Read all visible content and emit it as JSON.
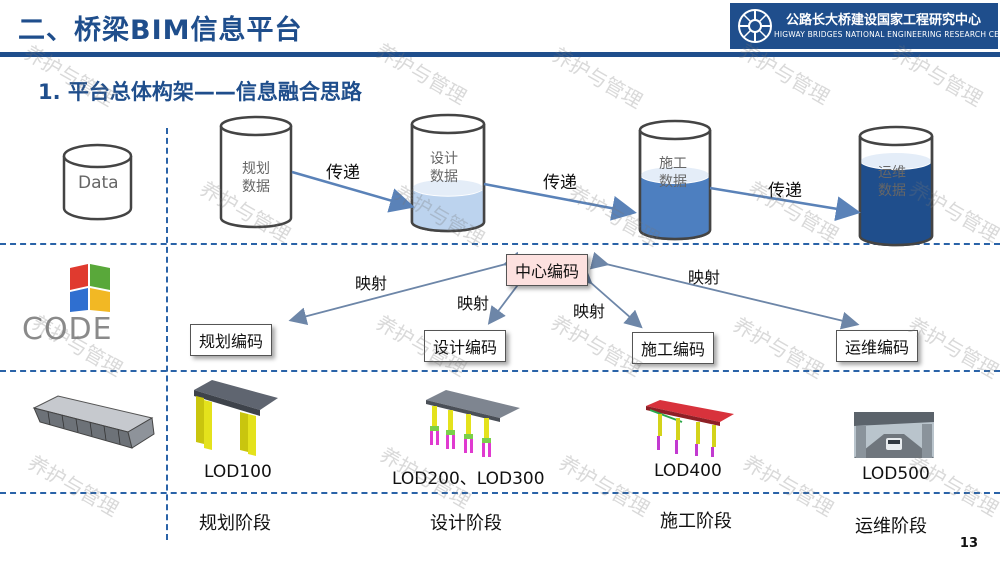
{
  "header": {
    "title": "二、桥梁BIM信息平台",
    "subtitle": "1. 平台总体构架——信息融合思路",
    "logo_title": "公路长大桥建设国家工程研究中心",
    "logo_subtitle": "HIGWAY BRIDGES NATIONAL ENGINEERING RESEARCH CENTRE"
  },
  "data_row": {
    "data_label": "Data",
    "cylinders": [
      {
        "line1": "规划",
        "line2": "数据",
        "fill": 0
      },
      {
        "line1": "设计",
        "line2": "数据",
        "fill": 0.35
      },
      {
        "line1": "施工",
        "line2": "数据",
        "fill": 0.55
      },
      {
        "line1": "运维",
        "line2": "数据",
        "fill": 0.75
      }
    ],
    "transfer_labels": [
      "传递",
      "传递",
      "传递"
    ]
  },
  "code_row": {
    "code_label": "CODE",
    "center": "中心编码",
    "codes": [
      "规划编码",
      "设计编码",
      "施工编码",
      "运维编码"
    ],
    "map_labels": [
      "映射",
      "映射",
      "映射",
      "映射"
    ]
  },
  "lod_row": {
    "lods": [
      "LOD100",
      "LOD200、LOD300",
      "LOD400",
      "LOD500"
    ]
  },
  "stages": [
    "规划阶段",
    "设计阶段",
    "施工阶段",
    "运维阶段"
  ],
  "watermark": "养护与管理",
  "page_number": "13",
  "colors": {
    "brand": "#1f4e8c",
    "water_light": "#bcd3ee",
    "water_mid": "#4d7fc0",
    "water_dark": "#1f4e8c",
    "arrow": "#5a82b8",
    "code_arrow": "#6d86a8",
    "center_fill": "#fde1df"
  }
}
